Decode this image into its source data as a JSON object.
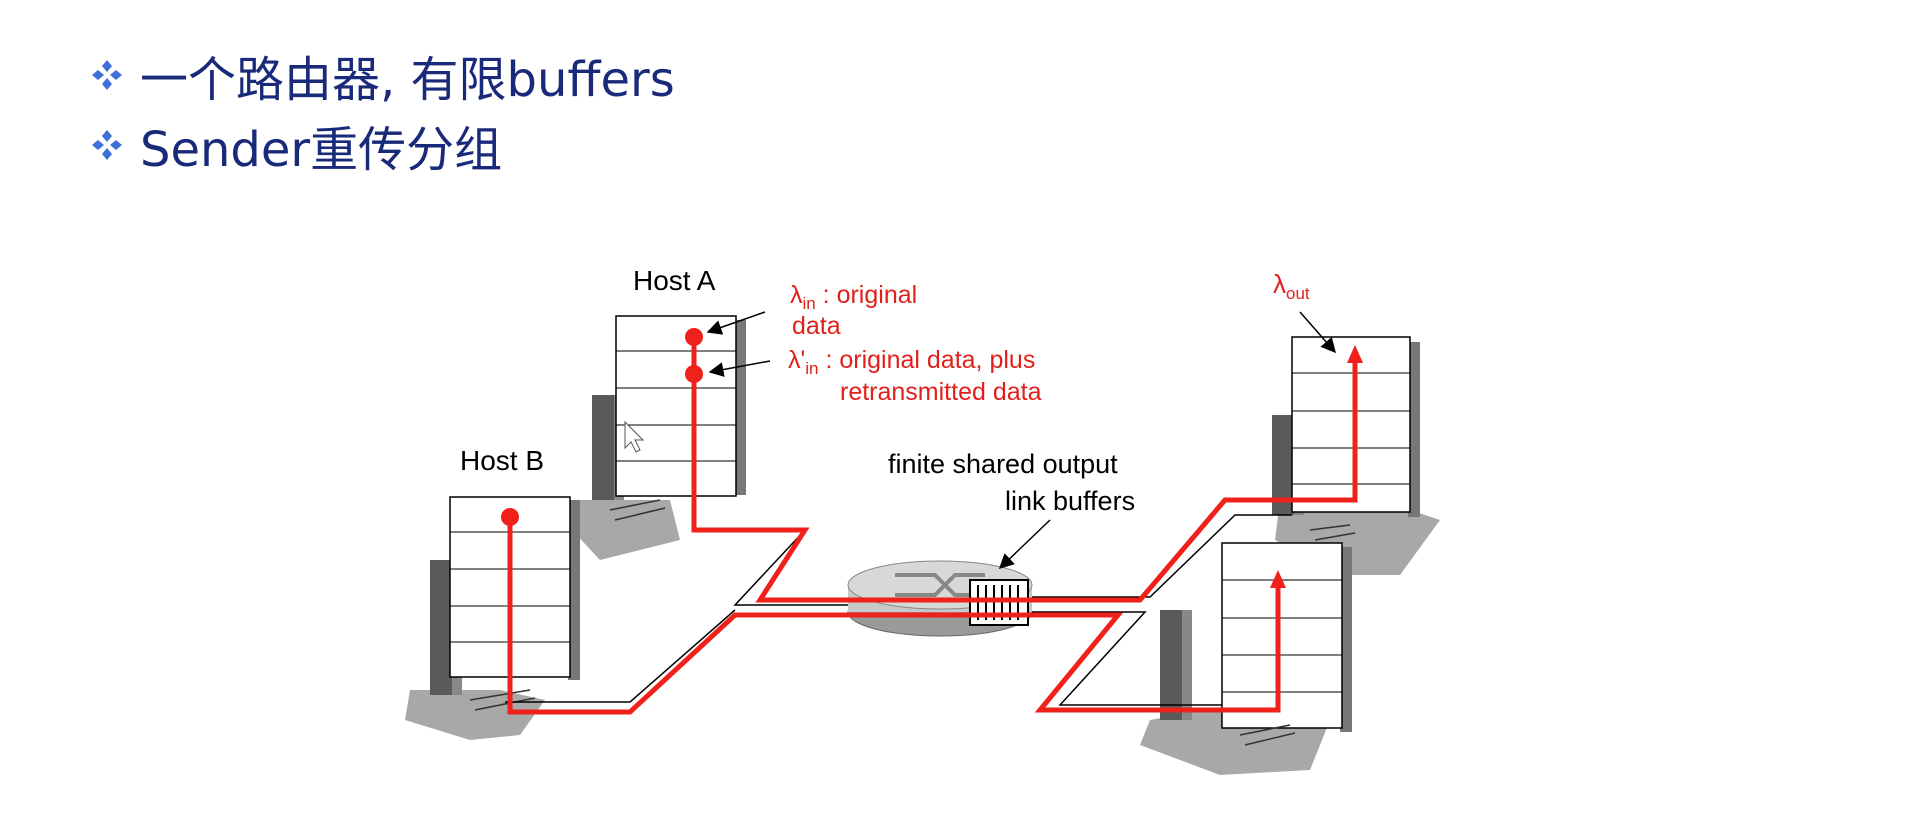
{
  "slide": {
    "bullets": [
      {
        "text": "一个路由器, 有限buffers"
      },
      {
        "text": "Sender重传分组"
      }
    ],
    "colors": {
      "bullet": "#2a3a90",
      "bullet_icon": "#3f6fd8",
      "flow": "#f0201a",
      "label_red": "#e0201a"
    }
  },
  "diagram": {
    "host_a_label": "Host A",
    "host_b_label": "Host B",
    "lambda_in_symbol": "λ",
    "lambda_in_sub": "in",
    "lambda_in_desc_1": " : original",
    "lambda_in_desc_2": "data",
    "lambda_in_prime_symbol": "λ'",
    "lambda_in_prime_sub": "in",
    "lambda_in_prime_desc_1": " : original data, plus",
    "lambda_in_prime_desc_2": "retransmitted data",
    "buffer_label_1": "finite shared output",
    "buffer_label_2": "link buffers",
    "lambda_out_symbol": "λ",
    "lambda_out_sub": "out"
  }
}
